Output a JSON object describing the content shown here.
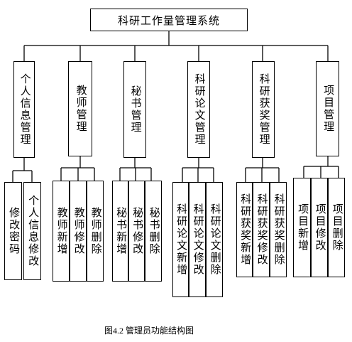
{
  "root": {
    "label": "科研工作量管理系统"
  },
  "modules": [
    {
      "label": "个人信息管理",
      "children": [
        "修改密码",
        "个人信息修改"
      ]
    },
    {
      "label": "教师管理",
      "children": [
        "教师新增",
        "教师修改",
        "教师删除"
      ]
    },
    {
      "label": "秘书管理",
      "children": [
        "秘书新增",
        "秘书修改",
        "秘书删除"
      ]
    },
    {
      "label": "科研论文管理",
      "children": [
        "科研论文新增",
        "科研论文修改",
        "科研论文删除"
      ]
    },
    {
      "label": "科研获奖管理",
      "children": [
        "科研获奖新增",
        "科研获奖修改",
        "科研获奖删除"
      ]
    },
    {
      "label": "项目管理",
      "children": [
        "项目新增",
        "项目修改",
        "项目删除"
      ]
    }
  ],
  "caption": "图4.2 管理员功能结构图"
}
